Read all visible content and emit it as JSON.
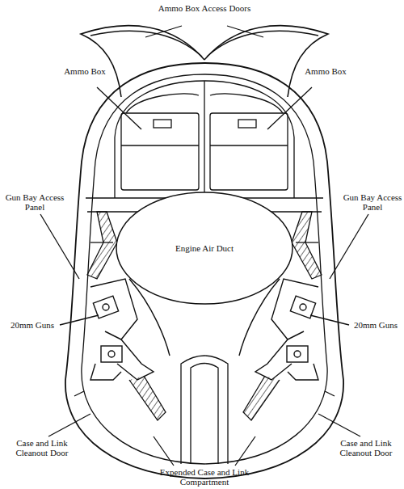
{
  "diagram": {
    "nodes": [
      {
        "text": [
          "Engine Air Duct"
        ]
      }
    ],
    "labels": [
      "Ammo Box Access Doors",
      "Ammo Box",
      "Ammo Box",
      "Gun Bay Access Panel",
      "Gun Bay Access Panel",
      "20mm Guns",
      "20mm Guns",
      "Case and Link Cleanout Door",
      "Case and Link Cleanout Door",
      "Expended Case and Link Compartment"
    ]
  }
}
